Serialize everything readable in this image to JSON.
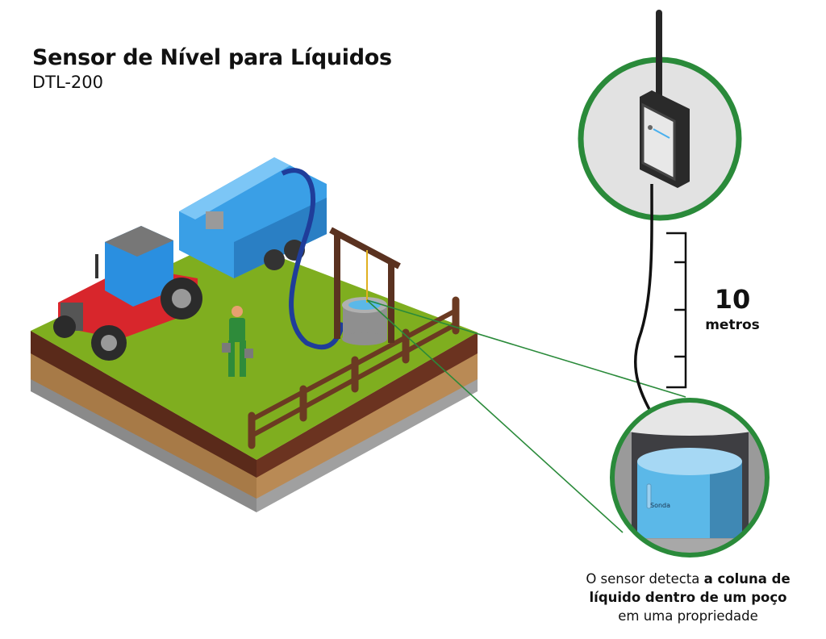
{
  "header": {
    "title": "Sensor de Nível para Líquidos",
    "subtitle": "DTL-200"
  },
  "scale": {
    "value": "10",
    "unit": "metros"
  },
  "probe_label": "Sonda",
  "caption": {
    "part1": "O sensor detecta ",
    "bold1": "a coluna de",
    "bold2": "líquido dentro de um poço",
    "part2": "em uma propriedade"
  },
  "colors": {
    "accent_green": "#2a8a3a",
    "grass": "#7fae1f",
    "water": "#5bb8e8",
    "tractor": "#d8262c",
    "tank": "#3a9fe6"
  }
}
